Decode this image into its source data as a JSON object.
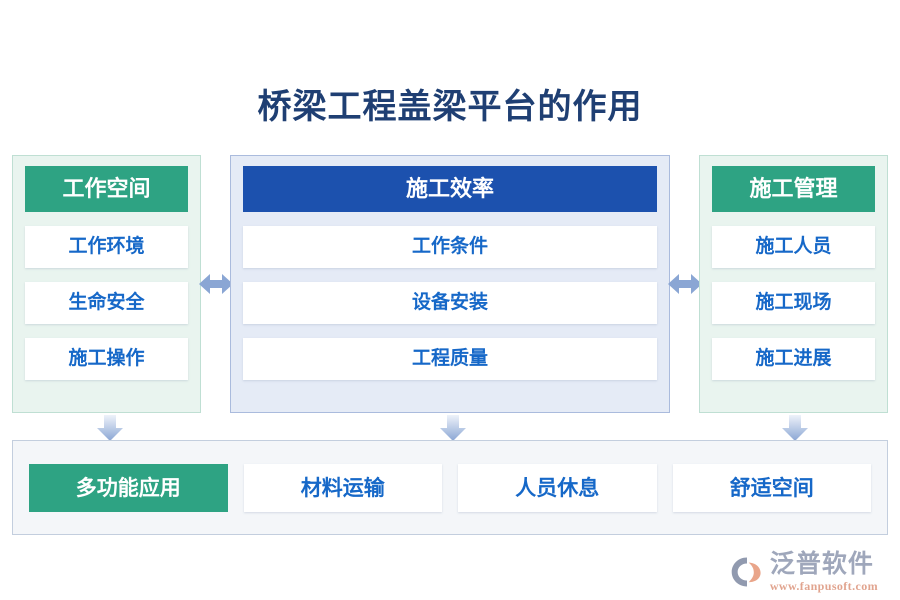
{
  "title": "桥梁工程盖梁平台的作用",
  "colors": {
    "title_text": "#1f3f73",
    "green_accent": "#2ea383",
    "blue_accent": "#1c51ae",
    "item_text": "#1668c8",
    "left_panel_bg": "#e9f4ef",
    "center_panel_bg": "#e5ebf6",
    "bottom_panel_bg": "#f4f6f9",
    "arrow": "#8aa6d4"
  },
  "columns": {
    "left": {
      "header": "工作空间",
      "items": [
        {
          "label": "工作环境"
        },
        {
          "label": "生命安全"
        },
        {
          "label": "施工操作"
        }
      ]
    },
    "center": {
      "header": "施工效率",
      "items": [
        {
          "label": "工作条件"
        },
        {
          "label": "设备安装"
        },
        {
          "label": "工程质量"
        }
      ]
    },
    "right": {
      "header": "施工管理",
      "items": [
        {
          "label": "施工人员"
        },
        {
          "label": "施工现场"
        },
        {
          "label": "施工进展"
        }
      ]
    }
  },
  "connectors": {
    "left_center": "double-arrow-horizontal",
    "center_right": "double-arrow-horizontal",
    "down_left": "arrow-down",
    "down_center": "arrow-down",
    "down_right": "arrow-down"
  },
  "bottom": {
    "cells": [
      {
        "label": "多功能应用",
        "style": "accent"
      },
      {
        "label": "材料运输",
        "style": "plain"
      },
      {
        "label": "人员休息",
        "style": "plain"
      },
      {
        "label": "舒适空间",
        "style": "plain"
      }
    ]
  },
  "watermark": {
    "name": "泛普软件",
    "url": "www.fanpusoft.com"
  }
}
